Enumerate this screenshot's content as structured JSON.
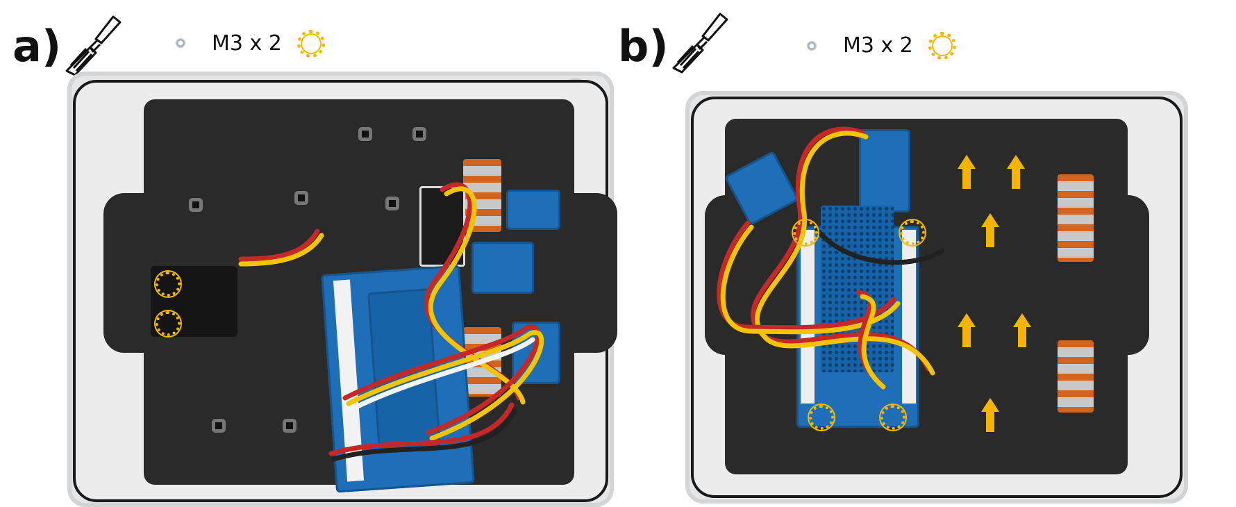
{
  "steps": [
    {
      "label": "a)",
      "tool_icon": "screwdriver-icon",
      "part_icon": "nut-icon",
      "part_text": "M3 x 2",
      "marker_icon": "yellow-ring-icon"
    },
    {
      "label": "b)",
      "tool_icon": "screwdriver-icon",
      "part_icon": "nut-icon",
      "part_text": "M3 x 2",
      "marker_icon": "yellow-ring-icon"
    }
  ],
  "colors": {
    "marker": "#f5b800",
    "arrow": "#f5b400",
    "board": "#1e6fb8",
    "plate": "#2a2a2b",
    "enclosure": "#e4e6e7"
  }
}
